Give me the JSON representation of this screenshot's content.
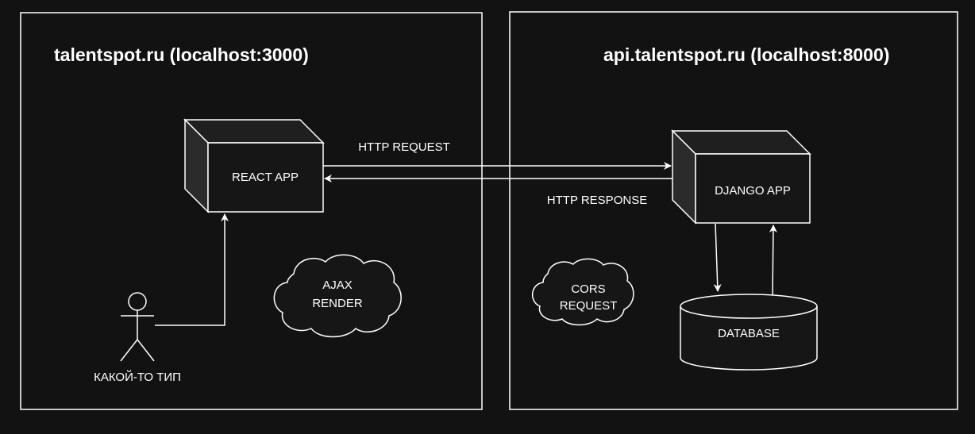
{
  "colors": {
    "background": "#121212",
    "stroke": "#ffffff",
    "text": "#ffffff",
    "box_front": "#161616",
    "box_side": "#2b2b2b",
    "box_top": "#1f1f1f"
  },
  "frontend_zone": {
    "title": "talentspot.ru (localhost:3000)"
  },
  "backend_zone": {
    "title": "api.talentspot.ru (localhost:8000)"
  },
  "nodes": {
    "react_app": {
      "label": "REACT APP"
    },
    "django_app": {
      "label": "DJANGO APP"
    },
    "database": {
      "label": "DATABASE"
    },
    "user": {
      "label": "КАКОЙ-ТО ТИП"
    },
    "ajax_cloud": {
      "line1": "AJAX",
      "line2": "RENDER"
    },
    "cors_cloud": {
      "line1": "CORS",
      "line2": "REQUEST"
    }
  },
  "edges": {
    "request": {
      "label": "HTTP REQUEST"
    },
    "response": {
      "label": "HTTP RESPONSE"
    }
  }
}
